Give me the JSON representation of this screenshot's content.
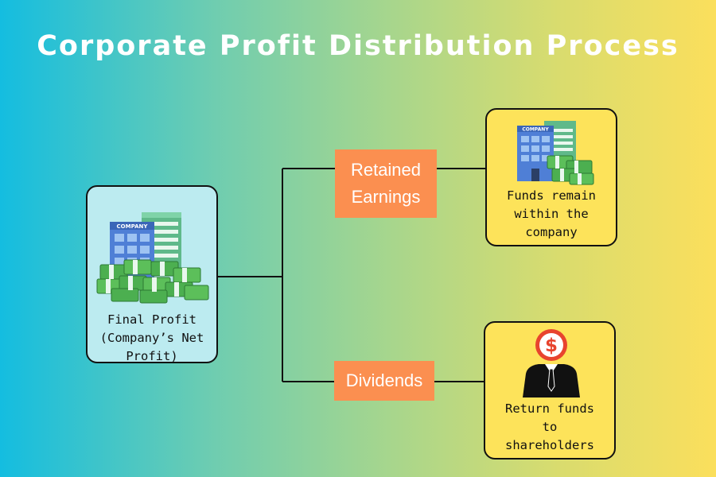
{
  "title": "Corporate Profit Distribution Process",
  "source": {
    "label": "Final Profit\n(Company’s Net\nProfit)",
    "icon": "company-building-with-cash-icon",
    "building_sign": "COMPANY"
  },
  "branches": [
    {
      "tag": "Retained\nEarnings",
      "result": "Funds remain\nwithin the\ncompany",
      "icon": "company-building-with-cash-icon",
      "building_sign": "COMPANY"
    },
    {
      "tag": "Dividends",
      "result": "Return funds\nto\nshareholders",
      "icon": "dollar-head-businessman-icon"
    }
  ],
  "colors": {
    "background_left": "#14bde0",
    "background_right": "#fbdf5c",
    "source_box": "#bcebf0",
    "result_box": "#fde35a",
    "tag": "#fb8f50",
    "money": "#4caf50",
    "building": "#4f7fd6",
    "dollar_badge": "#e8442e"
  }
}
